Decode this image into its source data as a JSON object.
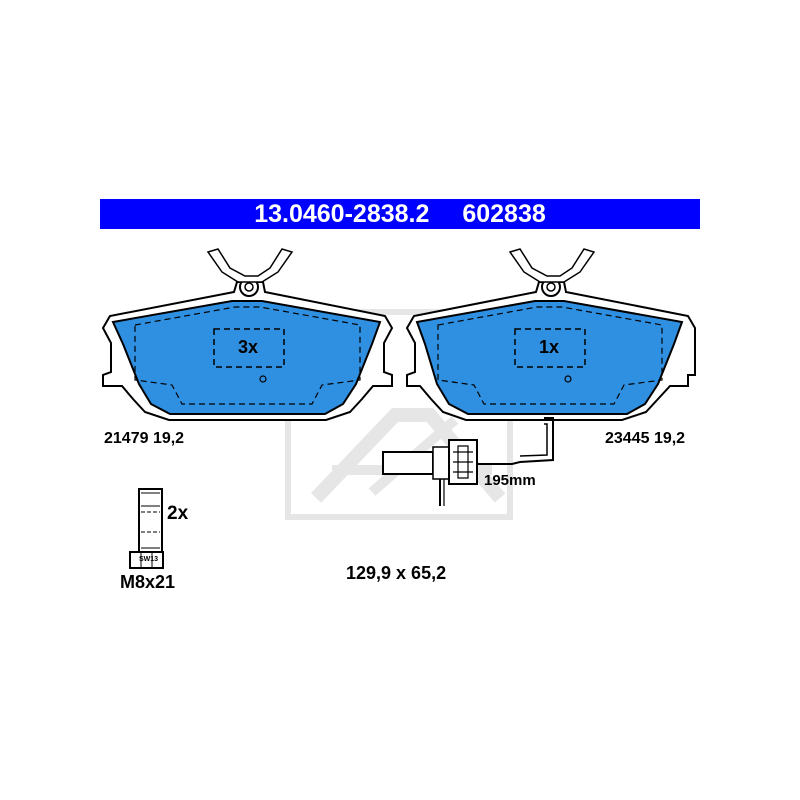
{
  "header": {
    "part_number": "13.0460-2838.2",
    "alt_number": "602838",
    "background_color": "#0000ff",
    "text_color": "#ffffff"
  },
  "pads": [
    {
      "quantity": "3x",
      "code": "21479 19,2"
    },
    {
      "quantity": "1x",
      "code": "23445 19,2"
    }
  ],
  "sensor": {
    "length_label": "195mm"
  },
  "bolt": {
    "quantity": "2x",
    "size": "M8x21",
    "wrench_label": "SW13"
  },
  "dimensions": "129,9 x 65,2",
  "colors": {
    "pad_fill": "#2f90e2",
    "outline": "#000000",
    "watermark": "#e6e6e6"
  }
}
